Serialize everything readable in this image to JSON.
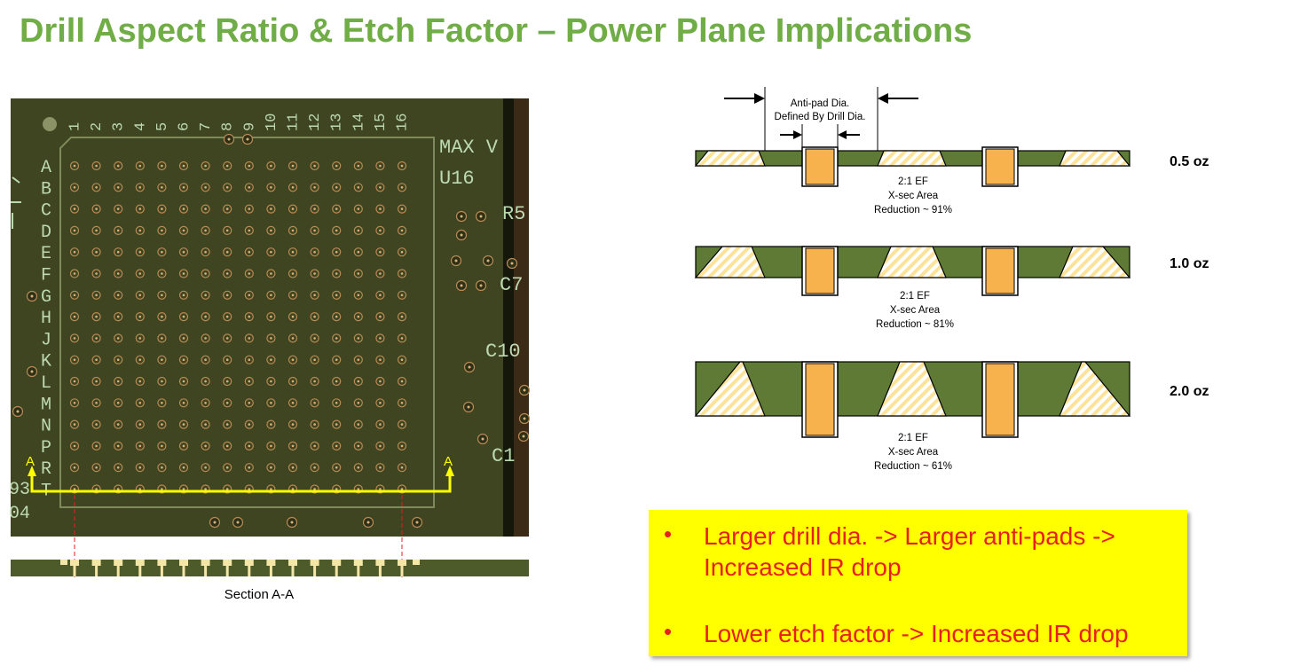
{
  "title": "Drill Aspect Ratio & Etch Factor – Power Plane Implications",
  "colors": {
    "title_green": "#70ad47",
    "board": "#3e4520",
    "copper_plane": "#5e7a35",
    "drill": "#f7b24e",
    "antipad_hatch": "#fde39a",
    "silk": "#bcd9b0",
    "trace_yellow": "#ffff00",
    "callout_bg": "#ffff00",
    "callout_text": "#e8201d"
  },
  "pcb": {
    "column_numbers": [
      "1",
      "2",
      "3",
      "4",
      "5",
      "6",
      "7",
      "8",
      "9",
      "10",
      "11",
      "12",
      "13",
      "14",
      "15",
      "16"
    ],
    "row_letters": [
      "A",
      "B",
      "C",
      "D",
      "E",
      "F",
      "G",
      "H",
      "J",
      "K",
      "L",
      "M",
      "N",
      "P",
      "R",
      "T"
    ],
    "device_label_1": "MAX V",
    "device_label_2": "U16",
    "ref_labels": [
      "R5",
      "C7",
      "C10",
      "C1"
    ],
    "left_edge_labels": [
      "93",
      "04"
    ],
    "section_marker": "A",
    "section_caption": "Section A-A"
  },
  "cross_sections": {
    "antipad_label_line1": "Anti-pad Dia.",
    "antipad_label_line2": "Defined By Drill Dia.",
    "items": [
      {
        "weight": "0.5 oz",
        "ef": "2:1 EF",
        "area": "X-sec Area",
        "reduction": "Reduction ~ 91%"
      },
      {
        "weight": "1.0 oz",
        "ef": "2:1 EF",
        "area": "X-sec Area",
        "reduction": "Reduction ~ 81%"
      },
      {
        "weight": "2.0 oz",
        "ef": "2:1 EF",
        "area": "X-sec Area",
        "reduction": "Reduction ~ 61%"
      }
    ]
  },
  "callout": {
    "bullet_symbol": "•",
    "bullets": [
      "Larger drill dia. -> Larger anti-pads -> Increased IR drop",
      "Lower etch factor -> Increased IR drop"
    ]
  }
}
